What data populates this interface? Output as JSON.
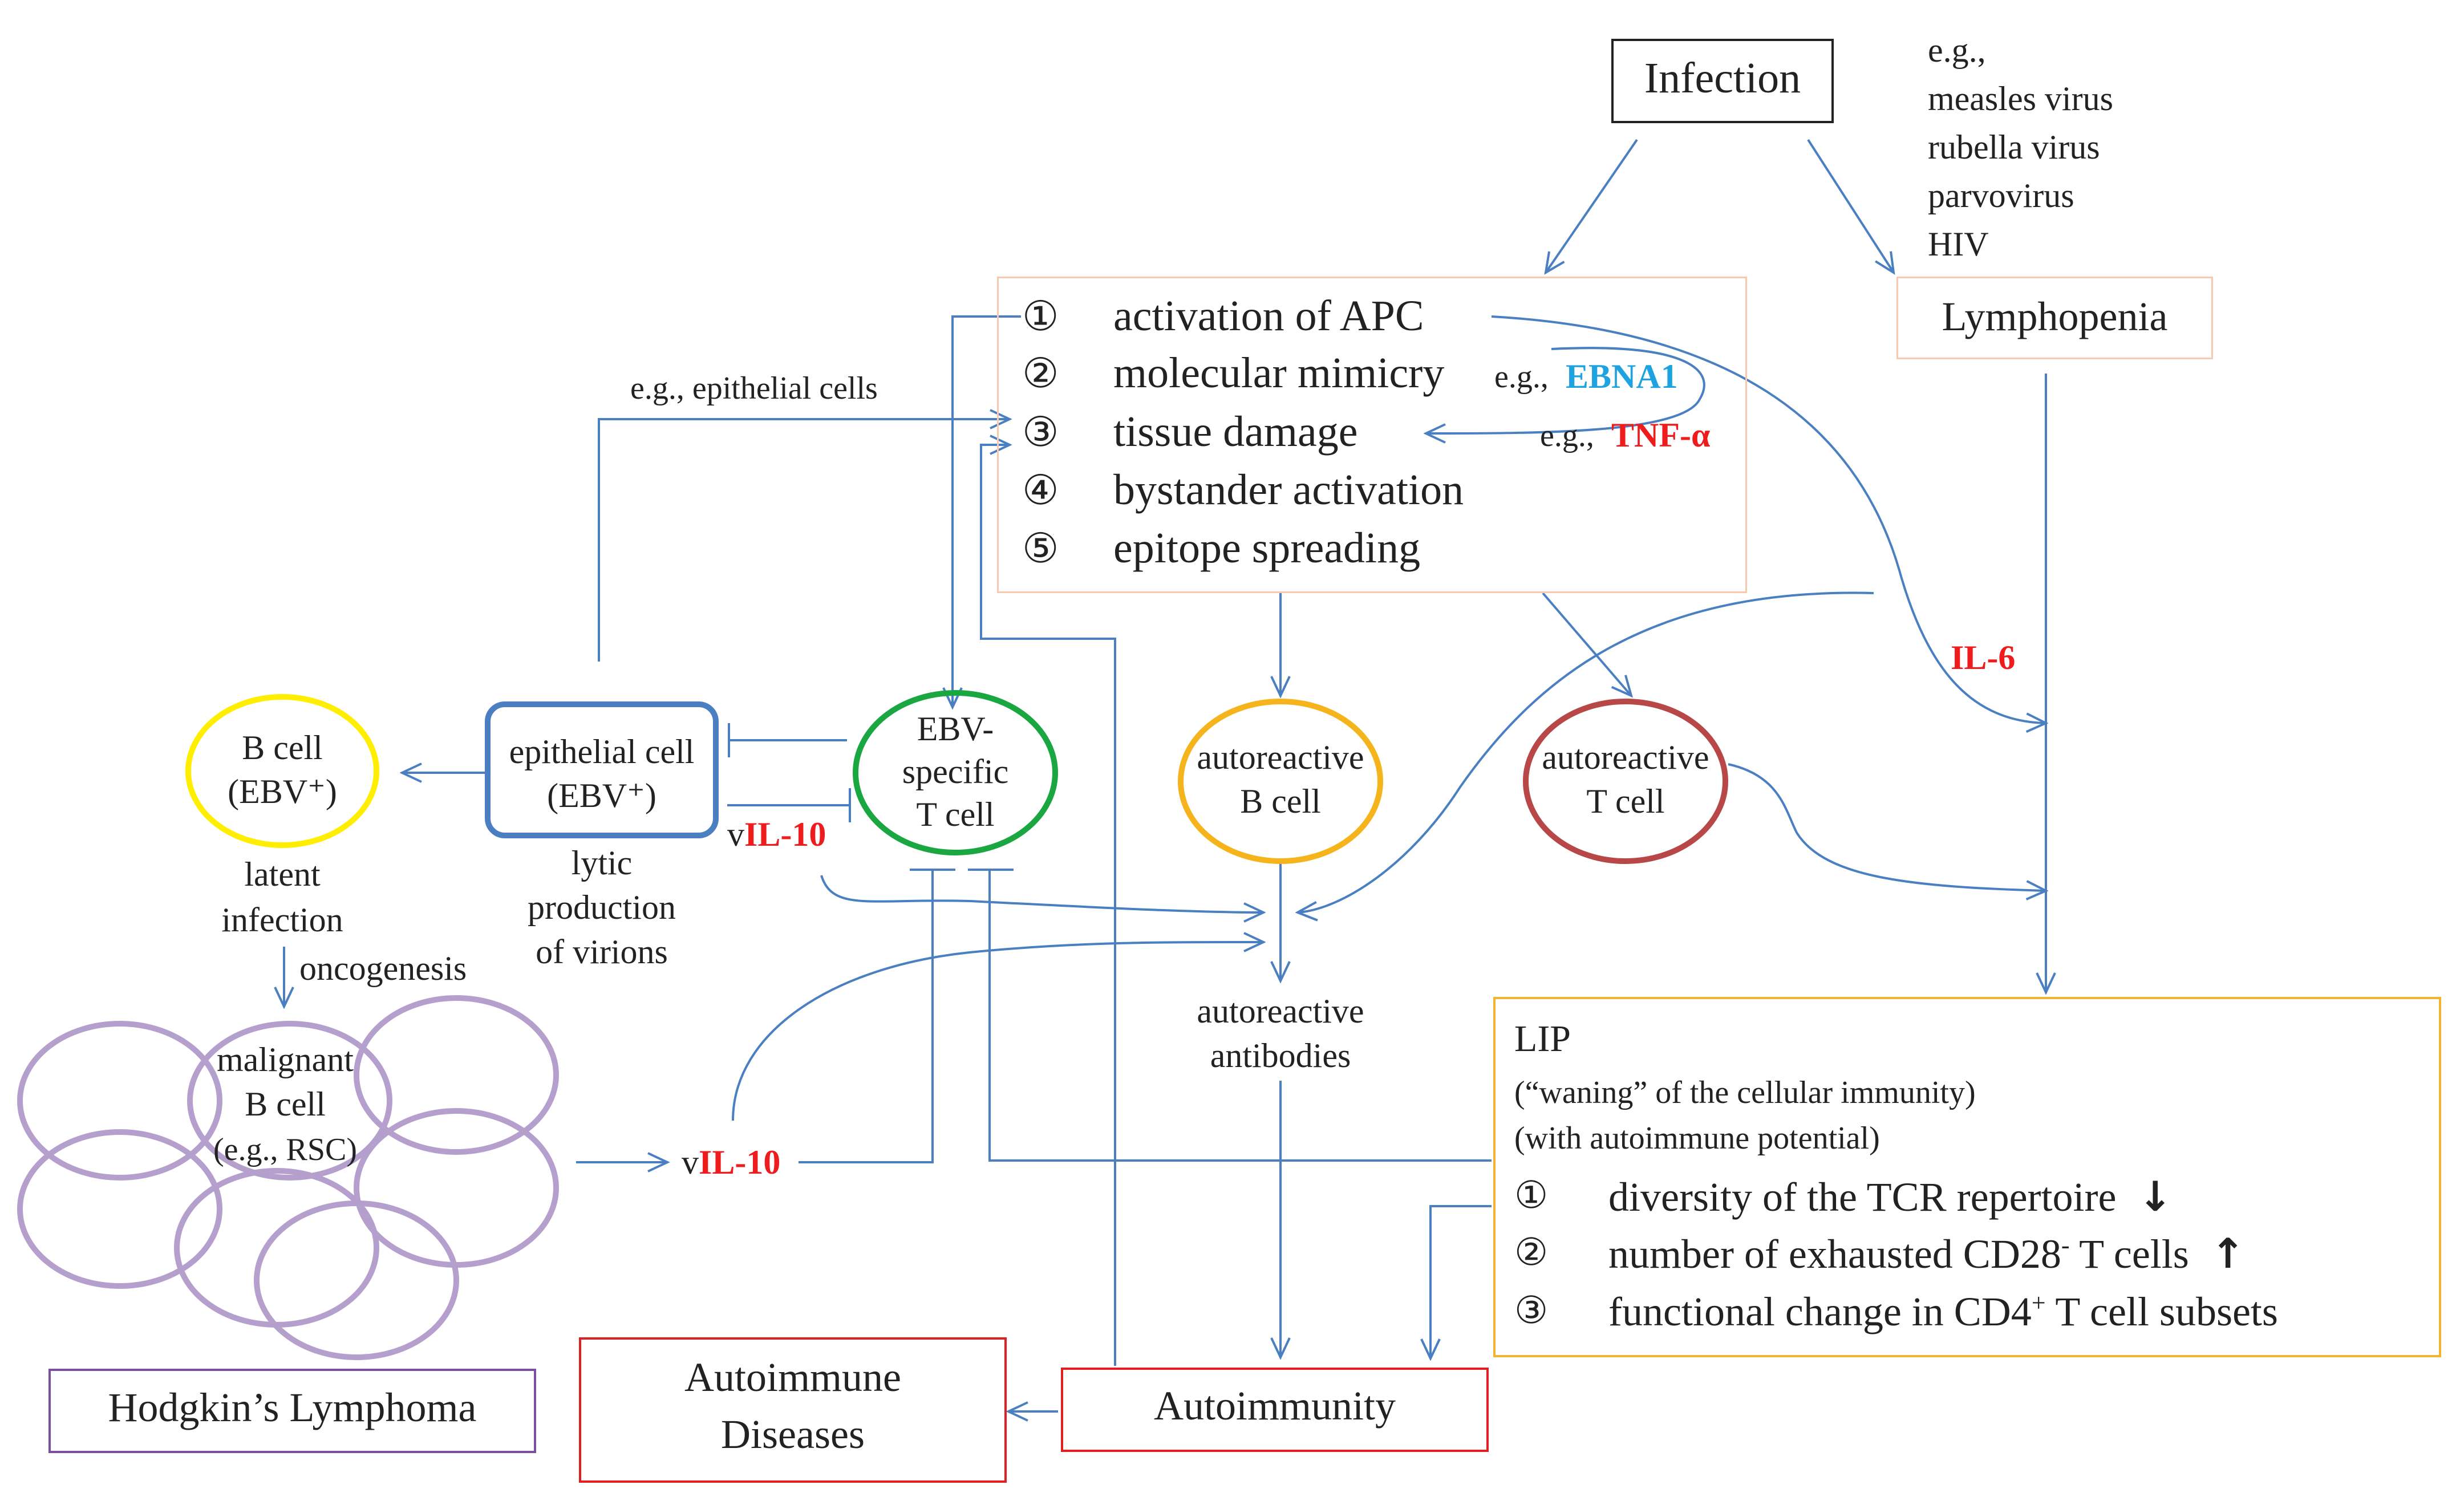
{
  "infection": {
    "label": "Infection"
  },
  "virus_examples": {
    "lead": "e.g.,",
    "items": [
      "measles virus",
      "rubella virus",
      "parvovirus",
      "HIV"
    ]
  },
  "lymphopenia": {
    "label": "Lymphopenia"
  },
  "mechanisms": {
    "items": [
      {
        "num": "①",
        "label": "activation of APC"
      },
      {
        "num": "②",
        "label": "molecular mimicry"
      },
      {
        "num": "③",
        "label": "tissue damage"
      },
      {
        "num": "④",
        "label": "bystander activation"
      },
      {
        "num": "⑤",
        "label": "epitope spreading"
      }
    ],
    "ebna1_prefix": "e.g.,",
    "ebna1": "EBNA1",
    "tnf_prefix": "e.g.,",
    "tnf": "TNF-α"
  },
  "epithelial_example": "e.g., epithelial cells",
  "il6": "IL-6",
  "b_cell_ebv": {
    "line1": "B cell",
    "line2": "(EBV⁺)"
  },
  "epithelial_cell": {
    "line1": "epithelial cell",
    "line2": "(EBV⁺)"
  },
  "ebv_t_cell": {
    "line1": "EBV-",
    "line2": "specific",
    "line3": "T cell"
  },
  "autoreactive_b": {
    "line1": "autoreactive",
    "line2": "B cell"
  },
  "autoreactive_t": {
    "line1": "autoreactive",
    "line2": "T cell"
  },
  "vil10_upper": {
    "prefix": "v",
    "name": "IL-10"
  },
  "vil10_lower": {
    "prefix": "v",
    "name": "IL-10"
  },
  "latent_infection": {
    "line1": "latent",
    "line2": "infection"
  },
  "oncogenesis": "oncogenesis",
  "lytic": {
    "line1": "lytic",
    "line2": "production",
    "line3": "of virions"
  },
  "autoreactive_antibodies": {
    "line1": "autoreactive",
    "line2": "antibodies"
  },
  "malignant": {
    "line1": "malignant",
    "line2": "B cell",
    "line3": "(e.g., RSC)"
  },
  "lip": {
    "title": "LIP",
    "line1": "(“waning” of the cellular immunity)",
    "line2": "(with autoimmune potential)",
    "items": [
      {
        "num": "①",
        "label": "diversity of the TCR repertoire",
        "arrow": "↓"
      },
      {
        "num": "②",
        "label": "number of exhausted CD28",
        "sup": "-",
        "tail": " T cells",
        "arrow": "↑"
      },
      {
        "num": "③",
        "label": "functional change in CD4",
        "sup": "+",
        "tail": " T cell subsets"
      }
    ]
  },
  "hodgkins": "Hodgkin’s Lymphoma",
  "autoimmune_diseases": {
    "line1": "Autoimmune",
    "line2": "Diseases"
  },
  "autoimmunity": "Autoimmunity",
  "colors": {
    "arrow": "#4a7fc1",
    "red_text": "#ee1c1c",
    "blue_text": "#1fa3e0",
    "b_cell_ring": "#ffee00",
    "epithelial_ring": "#4a7fc1",
    "ebv_t_ring": "#1aa641",
    "autoreactive_b_ring": "#f5b31c",
    "autoreactive_t_ring": "#b84848",
    "malignant_ring": "#b49fcd",
    "mechanism_border": "#f8c9b0",
    "lip_border": "#f2b233",
    "disease_border": "#e02020",
    "hodgkin_border": "#7b4f9e"
  }
}
